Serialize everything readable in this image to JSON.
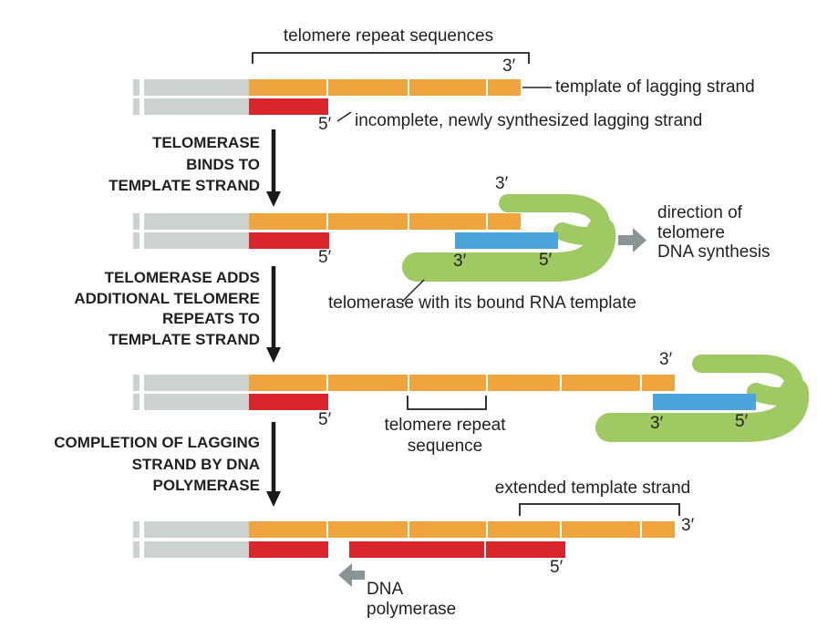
{
  "palette": {
    "orange": "#EFA43E",
    "red": "#D8262C",
    "gray_bar": "#CCD2D0",
    "green": "#9EC963",
    "blue": "#4BA3DB",
    "gray_arrow": "#8A9495",
    "text": "#231F20",
    "arrow_black": "#1A1A1A"
  },
  "stage1": {
    "repeat_bracket_label": "telomere repeat sequences",
    "three_prime": "3′",
    "template_strand_label": "template of lagging strand",
    "five_prime": "5′",
    "incomplete_strand_label": "incomplete, newly synthesized lagging strand"
  },
  "step1": {
    "lines": [
      "TELOMERASE",
      "BINDS TO",
      "TEMPLATE STRAND"
    ]
  },
  "stage2": {
    "three_prime_template": "3′",
    "five_prime_lagging": "5′",
    "rna_three_prime": "3′",
    "rna_five_prime": "5′",
    "direction_lines": [
      "direction of",
      "telomere",
      "DNA synthesis"
    ],
    "telomerase_label": "telomerase with its bound RNA template"
  },
  "step2": {
    "lines": [
      "TELOMERASE ADDS",
      "ADDITIONAL TELOMERE",
      "REPEATS TO",
      "TEMPLATE STRAND"
    ]
  },
  "stage3": {
    "three_prime_template": "3′",
    "five_prime_lagging": "5′",
    "rna_three_prime": "3′",
    "rna_five_prime": "5′",
    "repeat_bracket_lines": [
      "telomere repeat",
      "sequence"
    ]
  },
  "step3": {
    "lines": [
      "COMPLETION OF LAGGING",
      "STRAND BY DNA",
      "POLYMERASE"
    ]
  },
  "stage4": {
    "extended_template_label": "extended template strand",
    "three_prime": "3′",
    "five_prime": "5′",
    "polymerase_lines": [
      "DNA",
      "polymerase"
    ]
  }
}
